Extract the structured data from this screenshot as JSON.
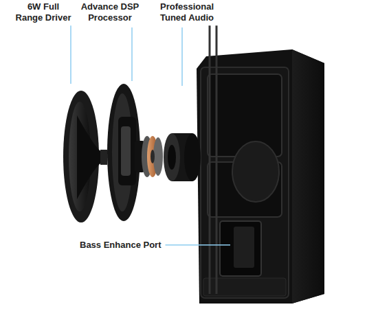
{
  "diagram": {
    "labels": [
      "6W Full Range Driver",
      "Advance DSP Processor",
      "Professional Tuned Audio",
      "Bass Enhance Port"
    ]
  }
}
